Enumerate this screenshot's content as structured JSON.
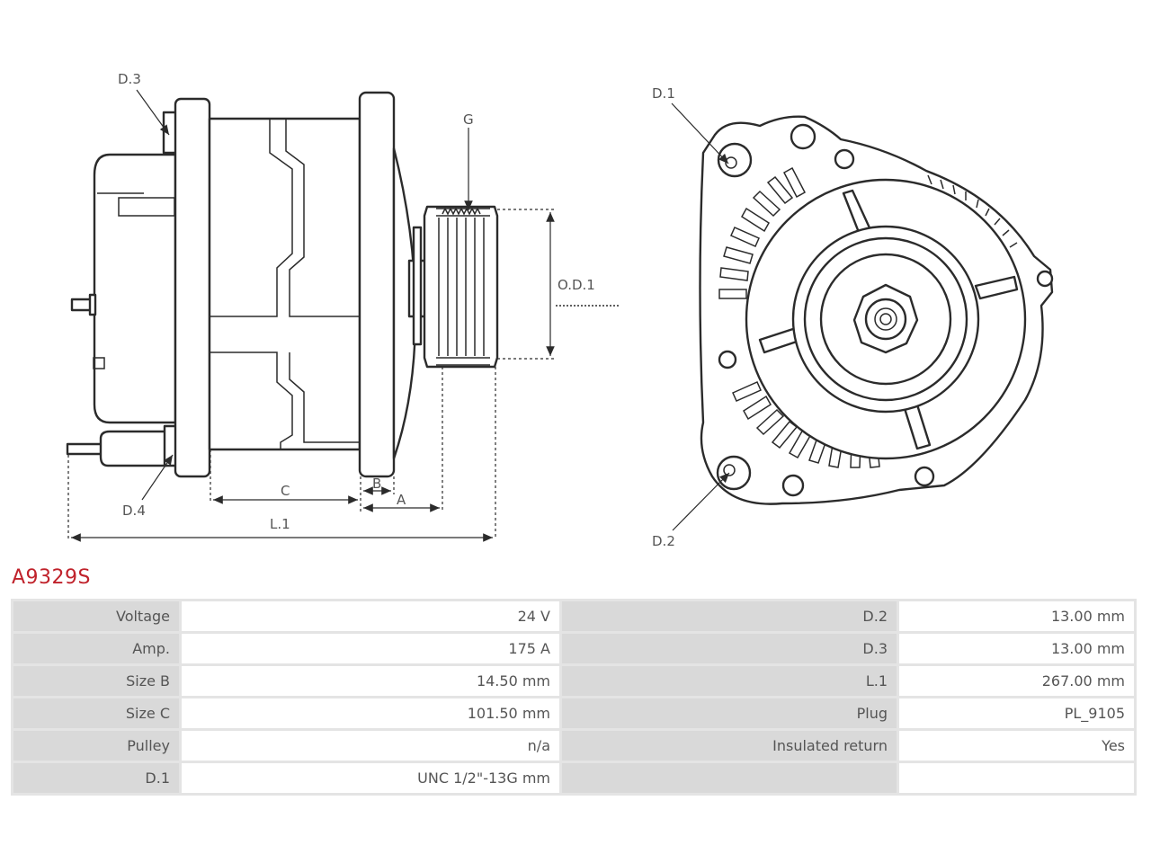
{
  "product": {
    "code": "A9329S"
  },
  "diagram": {
    "labels": {
      "d3": "D.3",
      "d4": "D.4",
      "g": "G",
      "od1": "O.D.1",
      "c": "C",
      "b": "B",
      "a": "A",
      "l1": "L.1",
      "d1": "D.1",
      "d2": "D.2"
    }
  },
  "specs": [
    {
      "left_label": "Voltage",
      "left_value": "24 V",
      "right_label": "D.2",
      "right_value": "13.00 mm"
    },
    {
      "left_label": "Amp.",
      "left_value": "175 A",
      "right_label": "D.3",
      "right_value": "13.00 mm"
    },
    {
      "left_label": "Size B",
      "left_value": "14.50 mm",
      "right_label": "L.1",
      "right_value": "267.00 mm"
    },
    {
      "left_label": "Size C",
      "left_value": "101.50 mm",
      "right_label": "Plug",
      "right_value": "PL_9105"
    },
    {
      "left_label": "Pulley",
      "left_value": "n/a",
      "right_label": "Insulated return",
      "right_value": "Yes"
    },
    {
      "left_label": "D.1",
      "left_value": "UNC 1/2\"-13G mm",
      "right_label": "",
      "right_value": ""
    }
  ],
  "colors": {
    "title": "#c0222b",
    "label_cell": "#d9d9d9",
    "grid": "#e4e4e4"
  }
}
